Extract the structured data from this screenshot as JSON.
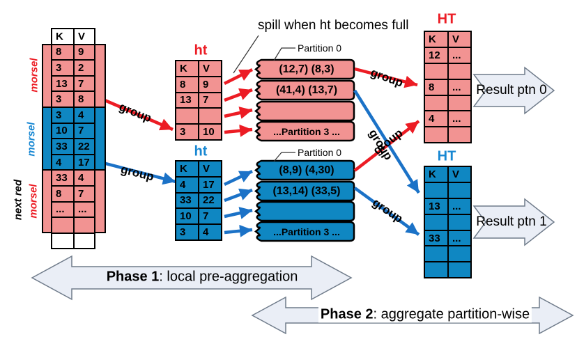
{
  "colors": {
    "pink": "#F29392",
    "blue": "#0F87C2",
    "red_accent": "#EC1C24",
    "blue_accent": "#1787D2",
    "arrow_blue": "#1B72C7",
    "big_arrow_fill": "#EAEEF6",
    "big_arrow_stroke": "#6F7B8A"
  },
  "annotations": {
    "spill_note": "spill when ht becomes full",
    "group": "group"
  },
  "morsel_table": {
    "header": {
      "k": "K",
      "v": "V"
    },
    "label_morsel_red": "morsel",
    "label_morsel_blue": "morsel",
    "label_next_red": "next red",
    "label_morsel_red2": "morsel",
    "rows": [
      {
        "k": "8",
        "v": "9"
      },
      {
        "k": "3",
        "v": "2"
      },
      {
        "k": "13",
        "v": "7"
      },
      {
        "k": "3",
        "v": "8"
      },
      {
        "k": "3",
        "v": "4"
      },
      {
        "k": "10",
        "v": "7"
      },
      {
        "k": "33",
        "v": "22"
      },
      {
        "k": "4",
        "v": "17"
      },
      {
        "k": "33",
        "v": "4"
      },
      {
        "k": "8",
        "v": "7"
      },
      {
        "k": "...",
        "v": "..."
      },
      {
        "k": "",
        "v": ""
      }
    ]
  },
  "ht_red": {
    "title": "ht",
    "header": {
      "k": "K",
      "v": "V"
    },
    "rows": [
      {
        "k": "8",
        "v": "9"
      },
      {
        "k": "13",
        "v": "7"
      },
      {
        "k": "",
        "v": ""
      },
      {
        "k": "3",
        "v": "10"
      }
    ]
  },
  "ht_blue": {
    "title": "ht",
    "header": {
      "k": "K",
      "v": "V"
    },
    "rows": [
      {
        "k": "4",
        "v": "17"
      },
      {
        "k": "33",
        "v": "22"
      },
      {
        "k": "10",
        "v": "7"
      },
      {
        "k": "3",
        "v": "4"
      }
    ]
  },
  "partitions_red": {
    "label": "Partition 0",
    "boxes": [
      "(12,7)  (8,3)",
      "(41,4) (13,7)",
      "",
      "...Partition 3 ..."
    ]
  },
  "partitions_blue": {
    "label": "Partition 0",
    "boxes": [
      "(8,9)  (4,30)",
      "(13,14) (33,5)",
      "",
      "...Partition 3 ..."
    ]
  },
  "HT_red": {
    "title": "HT",
    "header": {
      "k": "K",
      "v": "V"
    },
    "rows": [
      {
        "k": "12",
        "v": "..."
      },
      {
        "k": "",
        "v": ""
      },
      {
        "k": "8",
        "v": "..."
      },
      {
        "k": "",
        "v": ""
      },
      {
        "k": "4",
        "v": "..."
      },
      {
        "k": "",
        "v": ""
      }
    ]
  },
  "HT_blue": {
    "title": "HT",
    "header": {
      "k": "K",
      "v": "V"
    },
    "rows": [
      {
        "k": "",
        "v": ""
      },
      {
        "k": "13",
        "v": "..."
      },
      {
        "k": "",
        "v": ""
      },
      {
        "k": "33",
        "v": "..."
      },
      {
        "k": "",
        "v": ""
      },
      {
        "k": "",
        "v": ""
      }
    ]
  },
  "result_arrows": {
    "ptn0": "Result ptn 0",
    "ptn1": "Result ptn 1"
  },
  "phases": {
    "p1_bold": "Phase 1",
    "p1_rest": ": local pre-aggregation",
    "p2_bold": "Phase 2",
    "p2_rest": ": aggregate partition-wise"
  }
}
